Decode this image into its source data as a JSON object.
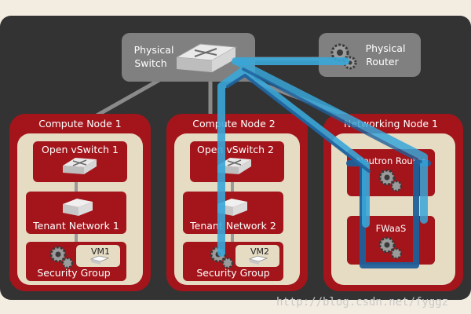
{
  "physical_switch": {
    "label_line1": "Physical",
    "label_line2": "Switch",
    "icon": "network-switch-icon"
  },
  "physical_router": {
    "label_line1": "Physical",
    "label_line2": "Router",
    "icon": "router-gear-icon"
  },
  "compute_node_1": {
    "title": "Compute Node 1",
    "vswitch": "Open vSwitch 1",
    "tenant_network": "Tenant Network 1",
    "security_group": "Security Group",
    "vm": "VM1"
  },
  "compute_node_2": {
    "title": "Compute Node 2",
    "vswitch": "Open vSwitch 2",
    "tenant_network": "Tenant Network 2",
    "security_group": "Security Group",
    "vm": "VM2"
  },
  "networking_node_1": {
    "title": "Networking Node 1",
    "neutron_router": "Neutron Router",
    "fwaas": "FWaaS"
  },
  "watermark": "http://blog.csdn.net/fyggz",
  "colors": {
    "background": "#333333",
    "node_red": "#a3151b",
    "node_inner": "#e6dcc4",
    "device_grey": "#808080",
    "traffic_blue": "#38a6d8",
    "path_dark_blue": "#1f5f9a"
  }
}
